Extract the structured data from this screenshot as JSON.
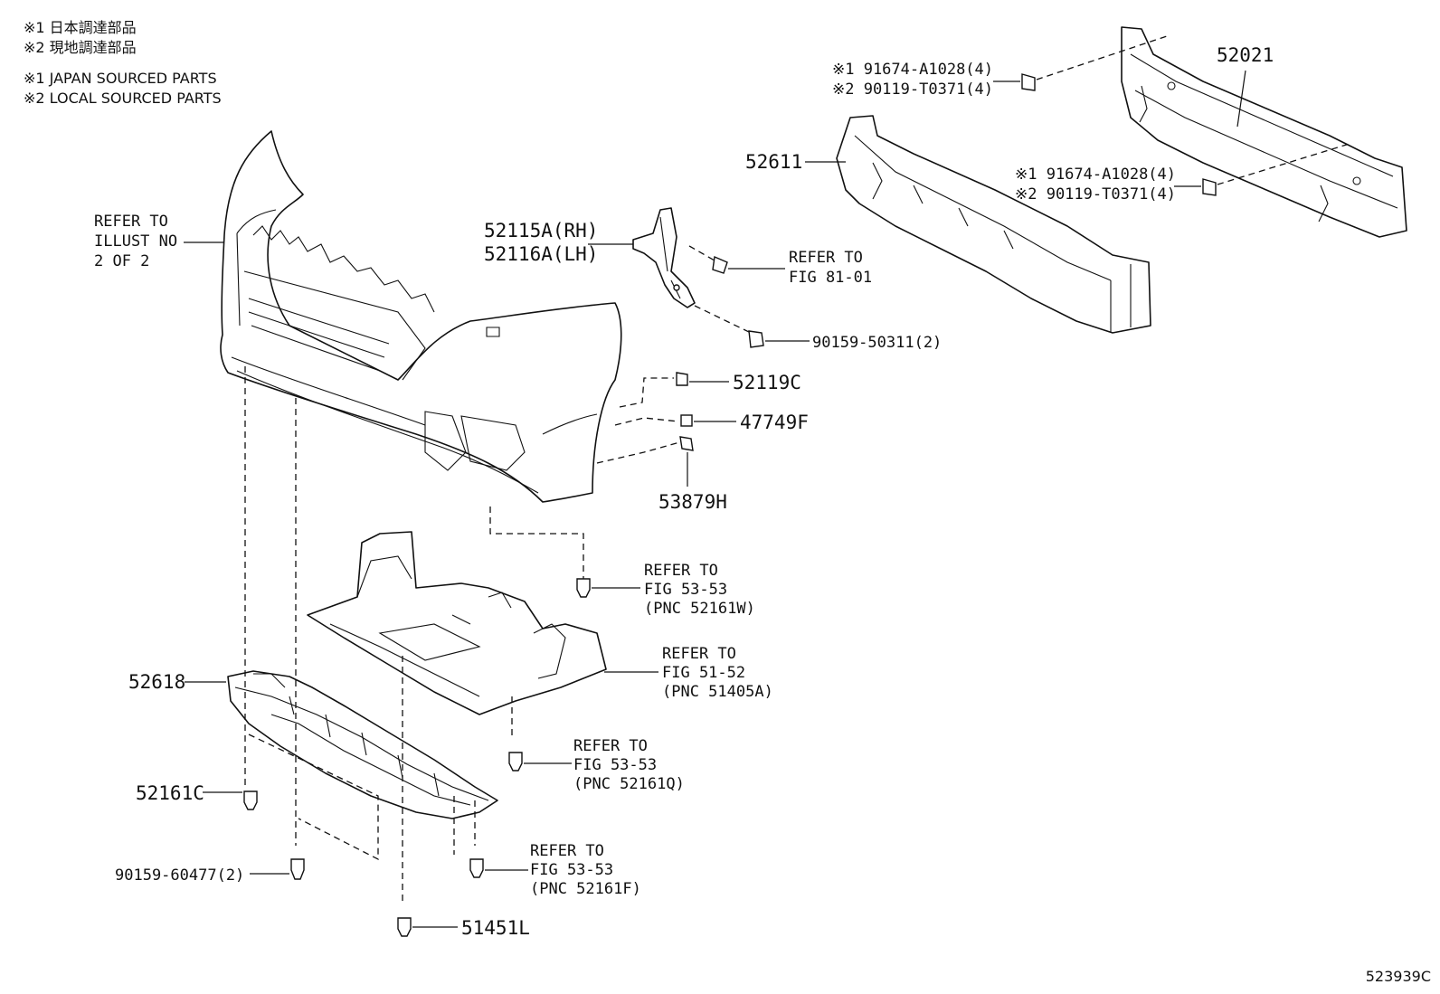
{
  "notes": {
    "line1": "※1 日本調達部品",
    "line2": "※2 現地調達部品",
    "line3": "※1 JAPAN SOURCED PARTS",
    "line4": "※2 LOCAL SOURCED PARTS"
  },
  "labels": {
    "refer_illust_1": "REFER TO",
    "refer_illust_2": "ILLUST NO",
    "refer_illust_3": "2 OF 2",
    "p52115a": "52115A(RH)",
    "p52116a": "52116A(LH)",
    "refer_fig81_1": "REFER TO",
    "refer_fig81_2": "FIG 81-01",
    "p90159_50311": "90159-50311(2)",
    "p52119c": "52119C",
    "p47749f": "47749F",
    "p53879h": "53879H",
    "p52611": "52611",
    "p52021": "52021",
    "bolt_top_1": "※1 91674-A1028(4)",
    "bolt_top_2": "※2 90119-T0371(4)",
    "bolt_right_1": "※1 91674-A1028(4)",
    "bolt_right_2": "※2 90119-T0371(4)",
    "refer_5353w_1": "REFER TO",
    "refer_5353w_2": "FIG 53-53",
    "refer_5353w_3": "(PNC 52161W)",
    "refer_5152_1": "REFER TO",
    "refer_5152_2": "FIG 51-52",
    "refer_5152_3": "(PNC 51405A)",
    "refer_5353q_1": "REFER TO",
    "refer_5353q_2": "FIG 53-53",
    "refer_5353q_3": "(PNC 52161Q)",
    "refer_5353f_1": "REFER TO",
    "refer_5353f_2": "FIG 53-53",
    "refer_5353f_3": "(PNC 52161F)",
    "p52618": "52618",
    "p52161c": "52161C",
    "p90159_60477": "90159-60477(2)",
    "p51451l": "51451L"
  },
  "diagram_id": "523939C"
}
